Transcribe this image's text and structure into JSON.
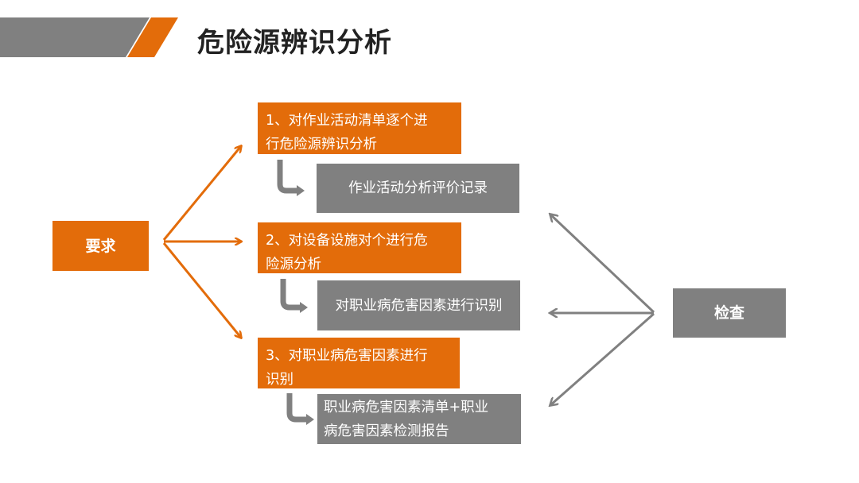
{
  "title": "危险源辨识分析",
  "colors": {
    "accent": "#E36C0A",
    "banner_gray": "#808080",
    "box_gray": "#808080",
    "arrow_orange": "#E36C0A",
    "arrow_gray": "#808080"
  },
  "left_node": {
    "label": "要求"
  },
  "right_node": {
    "label": "检查"
  },
  "steps": [
    {
      "lines": [
        "1、对作业活动清单逐个进",
        "行危险源辨识分析"
      ]
    },
    {
      "lines": [
        "2、对设备设施对个进行危",
        "险源分析"
      ]
    },
    {
      "lines": [
        "3、对职业病危害因素进行",
        "识别"
      ]
    }
  ],
  "outcomes": [
    {
      "lines": [
        "作业活动分析评价记录"
      ]
    },
    {
      "lines": [
        "对职业病危害因素进行识别"
      ]
    },
    {
      "lines": [
        "职业病危害因素清单+职业",
        "病危害因素检测报告"
      ]
    }
  ]
}
